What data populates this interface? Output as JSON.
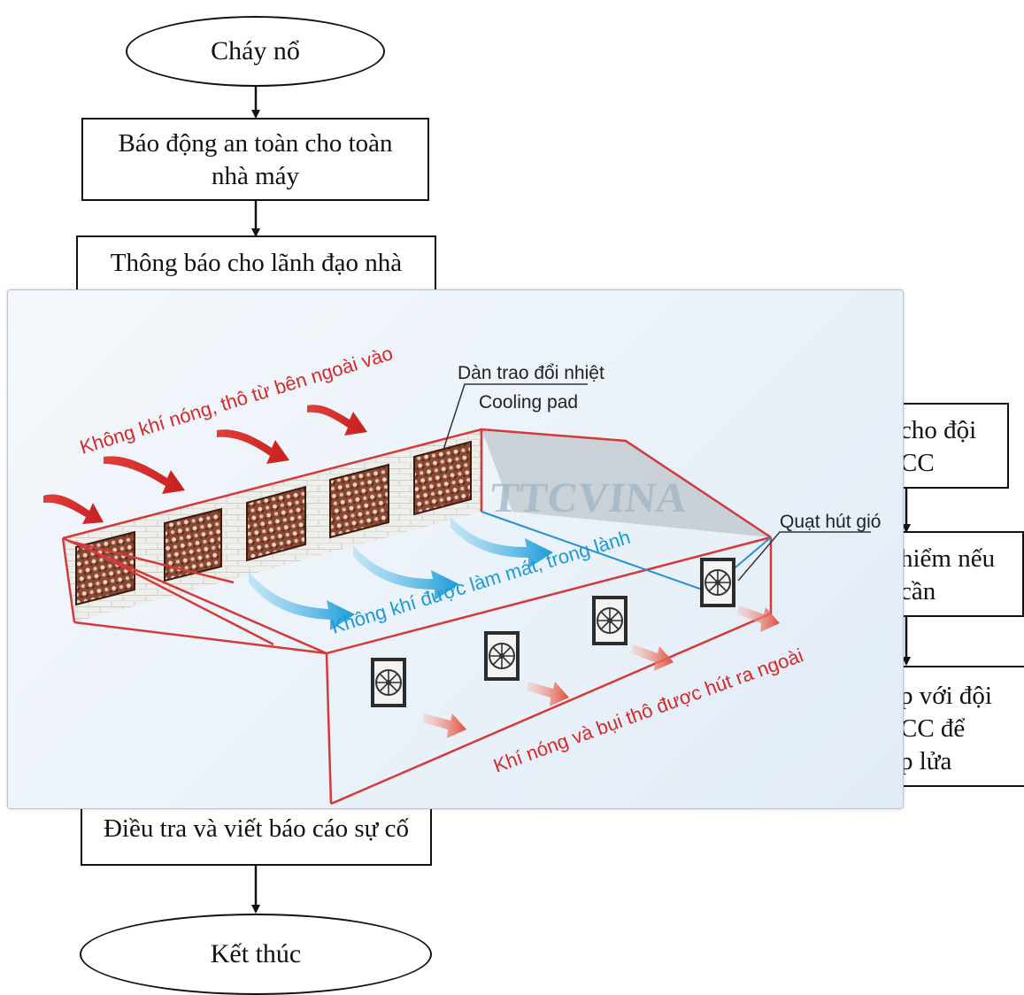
{
  "flowchart": {
    "start": "Cháy nổ",
    "step1": {
      "line1": "Báo động an toàn cho toàn",
      "line2": "nhà máy"
    },
    "step2": {
      "line1": "Thông báo cho lãnh đạo nhà"
    },
    "right1": {
      "line1": "cho đội",
      "line2": "CC"
    },
    "right2": {
      "line1": "hiểm nếu",
      "line2": "cần"
    },
    "right3": {
      "line1": "p với đội",
      "line2": "CC để",
      "line3": "p lửa"
    },
    "report": "Điều tra và viết báo cáo sự cố",
    "end": "Kết thúc"
  },
  "illustration": {
    "hot_air_label": "Không khí nóng, thô từ bên ngoài vào",
    "cooling_pad_label_vi": "Dàn trao đổi nhiệt",
    "cooling_pad_label_en": "Cooling pad",
    "fan_label": "Quạt hút gió",
    "cooled_air_label": "Không khí được làm mát, trong lành",
    "exhaust_label": "Khí nóng và bụi thô được hút ra ngoài",
    "watermark": "TTCVINA",
    "colors": {
      "hot_air": "#d42a2a",
      "cool_air": "#1b9ad8",
      "frame": "#d43a3a",
      "pad": "#7a3a2a"
    }
  }
}
